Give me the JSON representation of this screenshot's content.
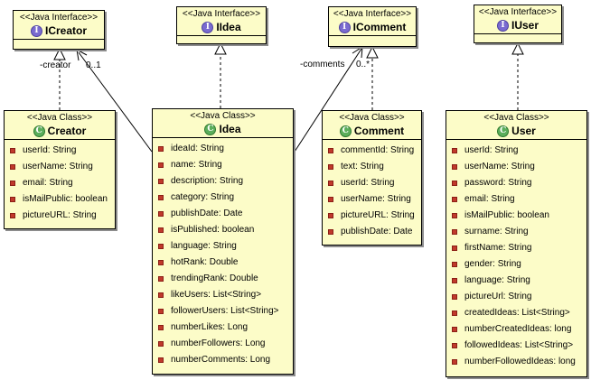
{
  "interfaces": {
    "icreator": {
      "stereotype": "<<Java Interface>>",
      "name": "ICreator",
      "icon": "interface-badge-icon"
    },
    "iidea": {
      "stereotype": "<<Java Interface>>",
      "name": "IIdea",
      "icon": "interface-badge-icon"
    },
    "icomment": {
      "stereotype": "<<Java Interface>>",
      "name": "IComment",
      "icon": "interface-badge-icon"
    },
    "iuser": {
      "stereotype": "<<Java Interface>>",
      "name": "IUser",
      "icon": "interface-badge-icon"
    }
  },
  "classes": {
    "creator": {
      "stereotype": "<<Java Class>>",
      "name": "Creator",
      "icon": "class-badge-icon",
      "attributes": [
        "userId: String",
        "userName: String",
        "email: String",
        "isMailPublic: boolean",
        "pictureURL: String"
      ]
    },
    "idea": {
      "stereotype": "<<Java Class>>",
      "name": "Idea",
      "icon": "class-badge-icon",
      "attributes": [
        "ideaId: String",
        "name: String",
        "description: String",
        "category: String",
        "publishDate: Date",
        "isPublished: boolean",
        "language: String",
        "hotRank: Double",
        "trendingRank: Double",
        "likeUsers: List<String>",
        "followerUsers: List<String>",
        "numberLikes: Long",
        "numberFollowers: Long",
        "numberComments: Long"
      ]
    },
    "comment": {
      "stereotype": "<<Java Class>>",
      "name": "Comment",
      "icon": "class-badge-icon",
      "attributes": [
        "commentId: String",
        "text: String",
        "userId: String",
        "userName: String",
        "pictureURL: String",
        "publishDate: Date"
      ]
    },
    "user": {
      "stereotype": "<<Java Class>>",
      "name": "User",
      "icon": "class-badge-icon",
      "attributes": [
        "userId: String",
        "userName: String",
        "password: String",
        "email: String",
        "isMailPublic: boolean",
        "surname: String",
        "firstName: String",
        "gender: String",
        "language: String",
        "pictureUrl: String",
        "createdIdeas: List<String>",
        "numberCreatedIdeas: long",
        "followedIdeas: List<String>",
        "numberFollowedIdeas: long"
      ]
    }
  },
  "associations": {
    "creator": {
      "role": "-creator",
      "multiplicity": "0..1"
    },
    "comments": {
      "role": "-comments",
      "multiplicity": "0..*"
    }
  },
  "colors": {
    "box_fill": "#fcfcc8",
    "attribute_marker": "#c0392b",
    "interface_badge": "#7a6bd0",
    "class_badge": "#5cae5c"
  }
}
